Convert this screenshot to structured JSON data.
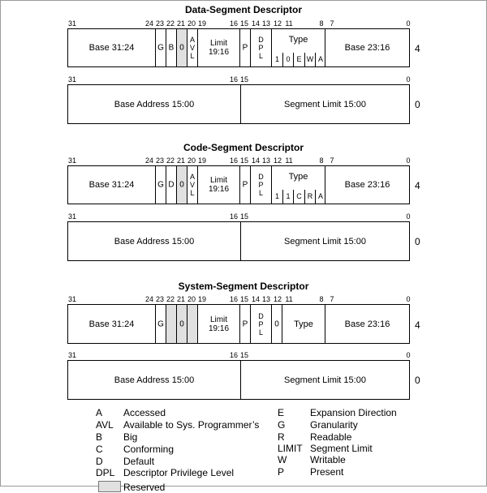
{
  "data_title": "Data-Segment Descriptor",
  "code_title": "Code-Segment Descriptor",
  "system_title": "System-Segment Descriptor",
  "upper_bits": [
    "31",
    "24",
    "23",
    "22",
    "21",
    "20",
    "19",
    "16",
    "15",
    "14",
    "13",
    "12",
    "11",
    "8",
    "7",
    "0"
  ],
  "lower_bits": [
    "31",
    "16",
    "15",
    "0"
  ],
  "fields": {
    "base_31_24": "Base 31:24",
    "base_23_16": "Base 23:16",
    "limit_19_16": [
      "Limit",
      "19:16"
    ],
    "p": "P",
    "dpl": [
      "D",
      "P",
      "L"
    ],
    "avl": [
      "A",
      "V",
      "L"
    ],
    "type": "Type",
    "g": "G",
    "b": "B",
    "d": "D",
    "zero": "0",
    "one": "1",
    "base_address": "Base Address 15:00",
    "segment_limit": "Segment Limit 15:00"
  },
  "data_type_bits": [
    "1",
    "0",
    "E",
    "W",
    "A"
  ],
  "code_type_bits": [
    "1",
    "1",
    "C",
    "R",
    "A"
  ],
  "offsets": {
    "upper": "4",
    "lower": "0"
  },
  "legend": [
    {
      "code": "A",
      "desc": "Accessed"
    },
    {
      "code": "AVL",
      "desc": "Available to Sys. Programmer’s"
    },
    {
      "code": "B",
      "desc": "Big"
    },
    {
      "code": "C",
      "desc": "Conforming"
    },
    {
      "code": "D",
      "desc": "Default"
    },
    {
      "code": "DPL",
      "desc": "Descriptor Privilege Level"
    },
    {
      "code": "E",
      "desc": "Expansion Direction"
    },
    {
      "code": "G",
      "desc": "Granularity"
    },
    {
      "code": "R",
      "desc": "Readable"
    },
    {
      "code": "LIMIT",
      "desc": "Segment Limit"
    },
    {
      "code": "W",
      "desc": "Writable"
    },
    {
      "code": "P",
      "desc": "Present"
    }
  ],
  "reserved_label": "Reserved"
}
